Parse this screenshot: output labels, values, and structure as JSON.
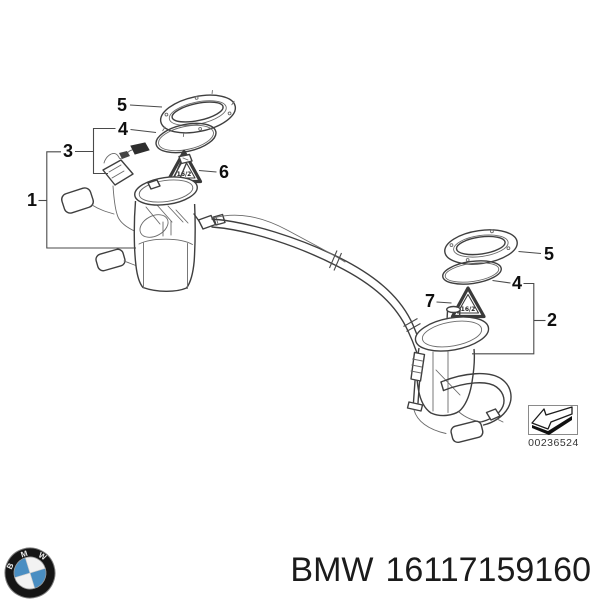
{
  "diagram": {
    "callouts": {
      "left_assembly": "1",
      "right_assembly": "2",
      "left_sensor": "3",
      "left_seal": "4",
      "right_seal": "4",
      "left_ring": "5",
      "right_ring": "5",
      "left_warning": "6",
      "right_warning": "7"
    },
    "warning_triangle_glyph": "16/2",
    "stamp_number": "00236524"
  },
  "footer": {
    "brand": "BMW",
    "part_number": "16117159160"
  },
  "colors": {
    "bmw_blue": "#4a8ec2",
    "line": "#3f3f3f"
  }
}
